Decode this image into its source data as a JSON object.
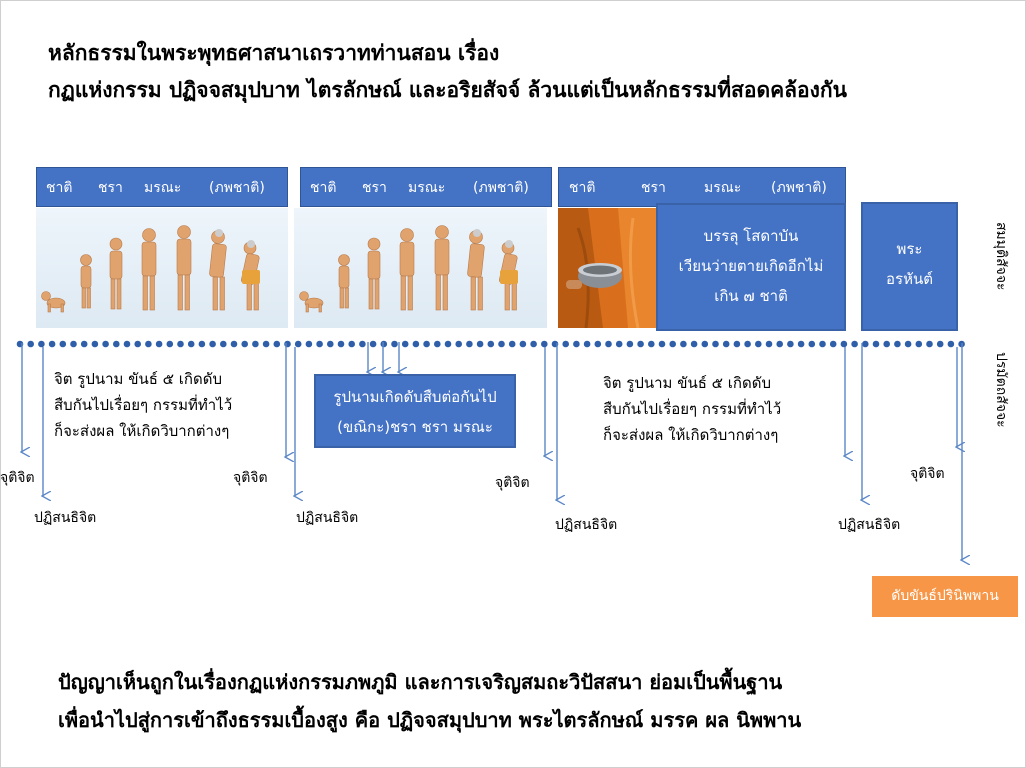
{
  "title": {
    "line1": "หลักธรรมในพระพุทธศาสนาเถรวาทท่านสอน  เรื่อง",
    "line2": "กฏแห่งกรรม ปฏิจจสมุปบาท ไตรลักษณ์ และอริยสัจจ์  ล้วนแต่เป็นหลักธรรมที่สอดคล้องกัน"
  },
  "headers": [
    {
      "birth": "ชาติ",
      "aging": "ชรา",
      "death": "มรณะ",
      "becoming": "(ภพชาติ)"
    },
    {
      "birth": "ชาติ",
      "aging": "ชรา",
      "death": "มรณะ",
      "becoming": "(ภพชาติ)"
    },
    {
      "birth": "ชาติ",
      "aging": "ชรา",
      "death": "มรณะ",
      "becoming": "(ภพชาติ)"
    }
  ],
  "sotapanna_box": {
    "line1": "บรรลุ โสดาบัน",
    "line2": "เวียนว่ายตายเกิดอีกไม่",
    "line3": "เกิน ๗ ชาติ"
  },
  "arahant_box": {
    "line1": "พระ",
    "line2": "อรหันต์"
  },
  "notes": {
    "left": {
      "line1": "จิต รูปนาม ขันธ์ ๕ เกิดดับ",
      "line2": "สืบกันไปเรื่อยๆ กรรมที่ทำไว้",
      "line3": "ก็จะส่งผล ให้เกิดวิบากต่างๆ"
    },
    "right": {
      "line1": "จิต รูปนาม ขันธ์ ๕ เกิดดับ",
      "line2": "สืบกันไปเรื่อยๆ กรรมที่ทำไว้",
      "line3": "ก็จะส่งผล ให้เกิดวิบากต่างๆ"
    }
  },
  "middle_box": {
    "line1": "รูปนามเกิดดับสืบต่อกันไป",
    "line2": "(ขณิกะ)ชรา ชรา มรณะ"
  },
  "labels": {
    "cuti": "จุติจิต",
    "patisandhi": "ปฏิสนธิจิต"
  },
  "side_labels": {
    "samutti": "สมมุติสัจจะ",
    "paramattha": "ปรมัตถสัจจะ"
  },
  "nibbana_box": "ดับขันธ์ปรินิพพาน",
  "footer": {
    "line1": "ปัญญาเห็นถูกในเรื่องกฏแห่งกรรมภพภูมิ  และการเจริญสมถะวิปัสสนา ย่อมเป็นพื้นฐาน",
    "line2": "เพื่อนำไปสู่การเข้าถึงธรรมเบื้องสูง  คือ ปฏิจจสมุปบาท พระไตรลักษณ์ มรรค ผล นิพพาน"
  },
  "colors": {
    "box_blue": "#4472c4",
    "dot_blue": "#2e5fa8",
    "arrow_blue": "#5b87c6",
    "orange": "#f79646",
    "robe_orange": "#e8761e"
  },
  "icons": {
    "evolution": "human-evolution-figures",
    "monk": "monk-with-alms-bowl",
    "arrow": "arrow-down"
  }
}
